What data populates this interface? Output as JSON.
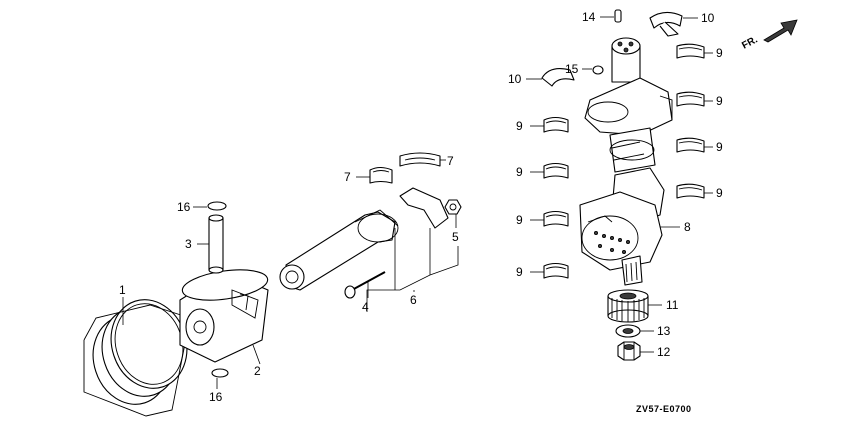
{
  "diagram_code": "ZV57-E0700",
  "direction_label": "FR.",
  "callouts": {
    "rings": "1",
    "piston": "2",
    "pin": "3",
    "rod_bolt": "4",
    "rod_nut": "5",
    "rod_assembly": "6",
    "rod_bearing_a": "7",
    "rod_bearing_b": "7",
    "crankshaft": "8",
    "main_bearing_r1": "9",
    "main_bearing_r2": "9",
    "main_bearing_r3": "9",
    "main_bearing_r4": "9",
    "main_bearing_l1": "9",
    "main_bearing_l2": "9",
    "main_bearing_l3": "9",
    "main_bearing_l4": "9",
    "thrust_washer_top": "10",
    "thrust_washer_left": "10",
    "gear": "11",
    "nut": "12",
    "washer": "13",
    "pin_14": "14",
    "pin_15": "15",
    "clip_top": "16",
    "clip_bottom": "16"
  }
}
